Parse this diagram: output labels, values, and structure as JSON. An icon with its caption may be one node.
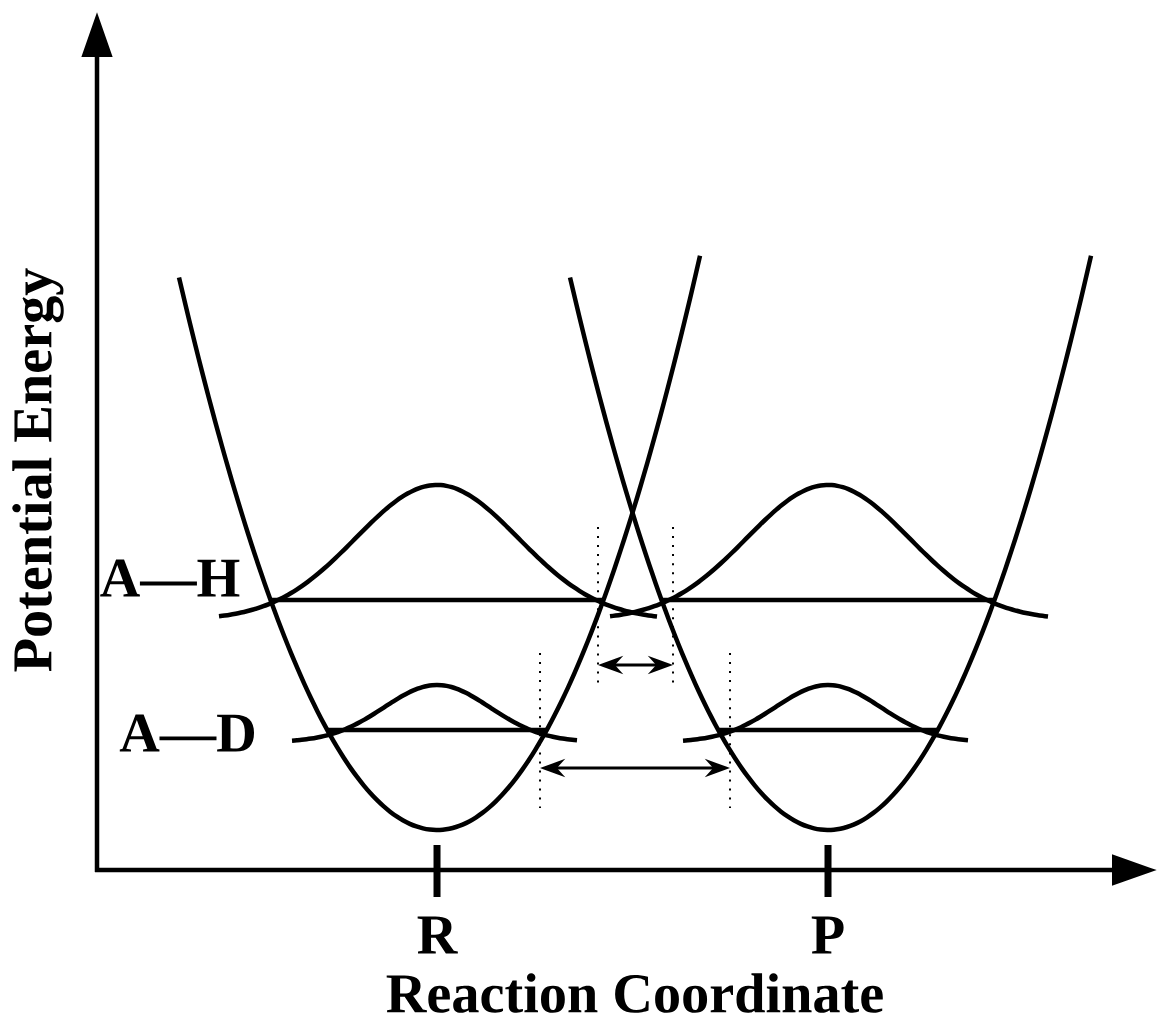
{
  "diagram": {
    "labels": [
      "Potential Energy",
      "A—H",
      "A—D",
      "R",
      "P",
      "Reaction Coordinate"
    ]
  }
}
